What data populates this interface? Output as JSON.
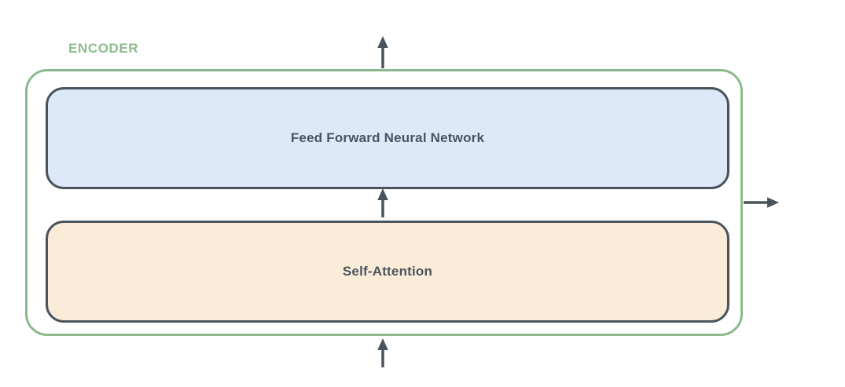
{
  "diagram": {
    "encoder_label": "ENCODER",
    "blocks": [
      {
        "id": "feed-forward",
        "label": "Feed Forward Neural Network",
        "fill": "#DDE9F8"
      },
      {
        "id": "self-attention",
        "label": "Self-Attention",
        "fill": "#FBECD9"
      }
    ],
    "arrows": [
      {
        "name": "output-arrow-top",
        "direction": "up"
      },
      {
        "name": "inter-block-arrow",
        "direction": "up"
      },
      {
        "name": "input-arrow-bottom",
        "direction": "up"
      },
      {
        "name": "output-arrow-right",
        "direction": "right"
      }
    ],
    "colors": {
      "encoder_border": "#8CBA8C",
      "encoder_label_text": "#8CBB8C",
      "block_border": "#4A545E",
      "block_text": "#4A545E",
      "arrow": "#4A545E",
      "feed_forward_fill": "#DDE9F8",
      "self_attention_fill": "#FBECD9",
      "background": "#FFFFFF"
    }
  }
}
